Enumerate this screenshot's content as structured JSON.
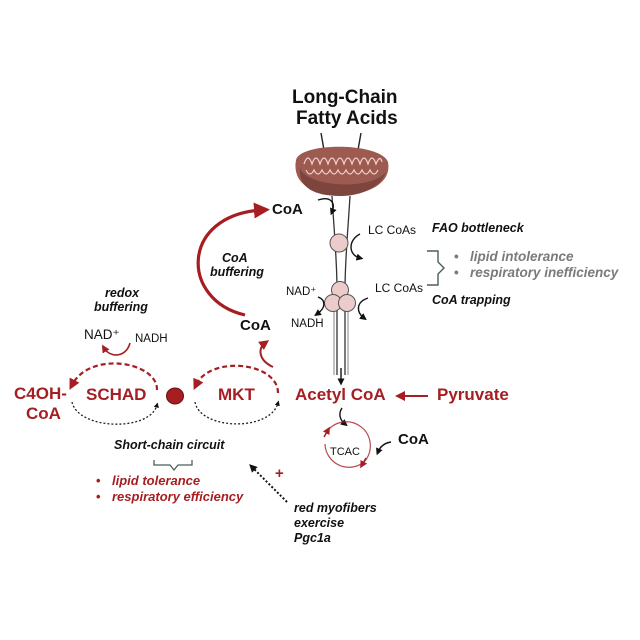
{
  "colors": {
    "accent_red": "#a61e22",
    "text_black": "#111111",
    "text_gray": "#7a7a7a",
    "mito_brown": "#9c5a50",
    "carrier_pink": "#ecccca"
  },
  "title": {
    "line1": "Long-Chain",
    "line2": "Fatty Acids"
  },
  "top_coa": "CoA",
  "lc_coas_1": "LC CoAs",
  "lc_coas_2": "LC CoAs",
  "nad_plus_right": "NAD⁺",
  "nadh_right": "NADH",
  "fao_bottleneck": "FAO bottleneck",
  "coa_trapping": "CoA trapping",
  "lc_outcomes": [
    "lipid intolerance",
    "respiratory inefficiency"
  ],
  "coa_buffering": {
    "line1": "CoA",
    "line2": "buffering"
  },
  "mid_coa": "CoA",
  "redox_buffering": {
    "line1": "redox",
    "line2": "buffering"
  },
  "nad_plus_left": "NAD⁺",
  "nadh_left": "NADH",
  "c4oh": {
    "line1": "C4OH-",
    "line2": "CoA"
  },
  "schad": "SCHAD",
  "mkt": "MKT",
  "acetyl_coa": "Acetyl CoA",
  "pyruvate": "Pyruvate",
  "tcac": "TCAC",
  "tca_coa": "CoA",
  "short_chain_circuit": "Short-chain circuit",
  "sc_outcomes": [
    "lipid tolerance",
    "respiratory efficiency"
  ],
  "plus_sign": "+",
  "activators": [
    "red myofibers",
    "exercise",
    "Pgc1a"
  ]
}
